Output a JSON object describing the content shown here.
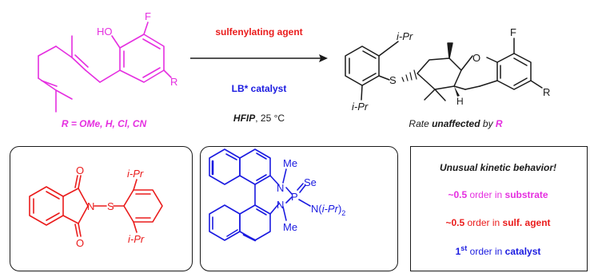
{
  "colors": {
    "substrate": "#e52fe0",
    "reagent": "#ea1c1c",
    "catalyst": "#1a1ae0",
    "ink": "#1a1a1a"
  },
  "reaction": {
    "reagent_label": "sulfenylating agent",
    "catalyst_label": "LB* catalyst",
    "solvent": "HFIP",
    "temperature": ", 25 °C"
  },
  "substrate": {
    "atom_ho": "HO",
    "atom_f": "F",
    "atom_r": "R",
    "r_caption_lhs": "R",
    "r_caption_rhs": " = OMe, H, Cl, CN"
  },
  "product": {
    "atom_f": "F",
    "atom_o": "O",
    "atom_s": "S",
    "atom_h": "H",
    "atom_r": "R",
    "ipr_top": "i-Pr",
    "ipr_bottom": "i-Pr",
    "caption_prefix": "Rate ",
    "caption_bold": "unaffected",
    "caption_mid": " by ",
    "caption_r": "R"
  },
  "reagent_structure": {
    "atom_o_top": "O",
    "atom_o_bottom": "O",
    "atom_n": "N",
    "atom_s": "S",
    "ipr_top": "i-Pr",
    "ipr_bottom": "i-Pr"
  },
  "catalyst_structure": {
    "atom_n_top": "N",
    "atom_n_bottom": "N",
    "atom_p": "P",
    "atom_se": "Se",
    "me_top": "Me",
    "me_bottom": "Me",
    "amine_prefix": "N(",
    "amine_ipr": "i-Pr",
    "amine_suffix": ")",
    "amine_sub": "2"
  },
  "kinetics": {
    "title": "Unusual kinetic behavior!",
    "line1_value": "~0.5",
    "line1_mid": " order in ",
    "line1_term": "substrate",
    "line2_value": "~0.5",
    "line2_mid": " order in ",
    "line2_term": "sulf. agent",
    "line3_value": "1",
    "line3_sup": "st",
    "line3_mid": " order in ",
    "line3_term": "catalyst"
  }
}
